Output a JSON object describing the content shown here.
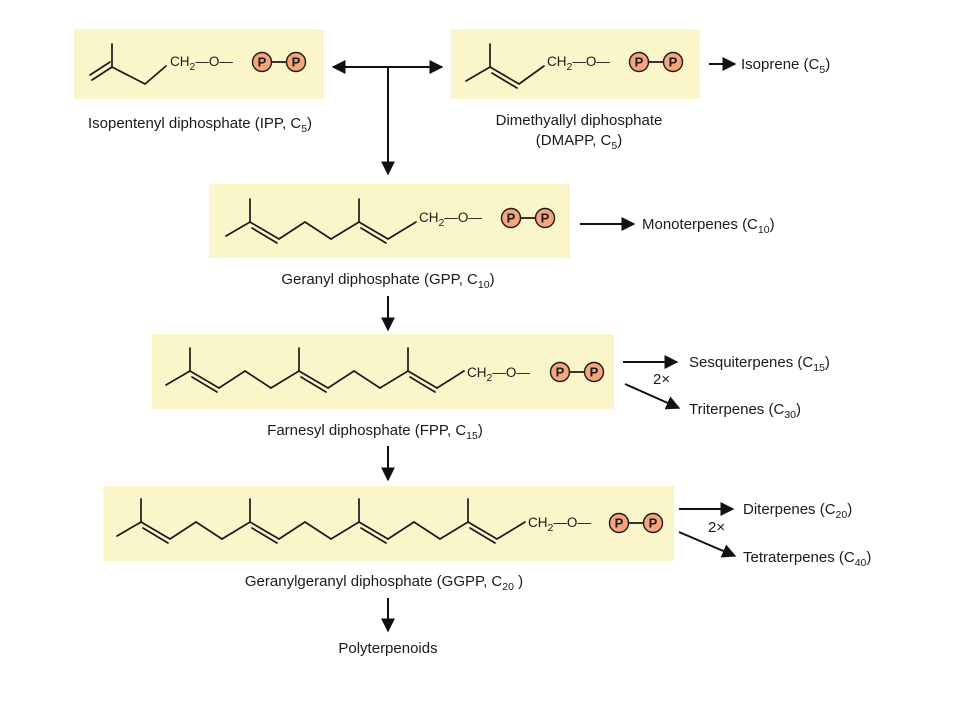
{
  "colors": {
    "box_fill": "#fbf6c9",
    "phosphate_fill": "#f4a57c",
    "ink": "#1a1a1a"
  },
  "molecules": [
    {
      "id": "ipp",
      "chain": {
        "pre": "CH",
        "sub": "2",
        "post": "—O—"
      },
      "phosphates": [
        "P",
        "P"
      ],
      "name": {
        "prefix": "Isopentenyl diphosphate (IPP, C",
        "sub": "5",
        "suffix": ")"
      }
    },
    {
      "id": "dmapp",
      "chain": {
        "pre": "CH",
        "sub": "2",
        "post": "—O—"
      },
      "phosphates": [
        "P",
        "P"
      ],
      "name_line1": "Dimethyallyl diphosphate",
      "name_line2": {
        "prefix": "(DMAPP, C",
        "sub": "5",
        "suffix": ")"
      }
    },
    {
      "id": "gpp",
      "chain": {
        "pre": "CH",
        "sub": "2",
        "post": "—O—"
      },
      "phosphates": [
        "P",
        "P"
      ],
      "name": {
        "prefix": "Geranyl diphosphate (GPP, C",
        "sub": "10",
        "suffix": ")"
      }
    },
    {
      "id": "fpp",
      "chain": {
        "pre": "CH",
        "sub": "2",
        "post": "—O—"
      },
      "phosphates": [
        "P",
        "P"
      ],
      "name": {
        "prefix": "Farnesyl diphosphate (FPP, C",
        "sub": "15",
        "suffix": ")"
      }
    },
    {
      "id": "ggpp",
      "chain": {
        "pre": "CH",
        "sub": "2",
        "post": "—O—"
      },
      "phosphates": [
        "P",
        "P"
      ],
      "name": {
        "prefix": "Geranylgeranyl diphosphate (GGPP, C",
        "sub": "20",
        "suffix": " )"
      }
    }
  ],
  "products": {
    "isoprene": {
      "prefix": "Isoprene (C",
      "sub": "5",
      "suffix": ")"
    },
    "monoterpenes": {
      "prefix": "Monoterpenes (C",
      "sub": "10",
      "suffix": ")"
    },
    "sesquiterpenes": {
      "prefix": "Sesquiterpenes (C",
      "sub": "15",
      "suffix": ")"
    },
    "triterpenes": {
      "prefix": "Triterpenes (C",
      "sub": "30",
      "suffix": ")"
    },
    "diterpenes": {
      "prefix": "Diterpenes (C",
      "sub": "20",
      "suffix": ")"
    },
    "tetraterpenes": {
      "prefix": "Tetraterpenes (C",
      "sub": "40",
      "suffix": ")"
    },
    "polyterpenoids": "Polyterpenoids"
  },
  "multiplier": "2×"
}
